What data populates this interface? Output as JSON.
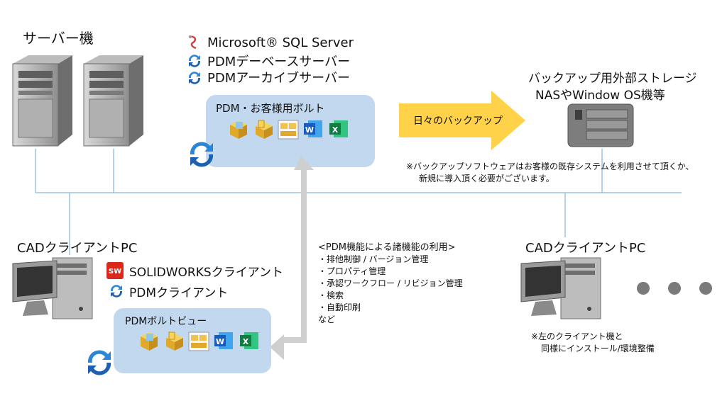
{
  "server": {
    "title": "サーバー機",
    "software": [
      "Microsoft® SQL Server",
      "PDMデーベースサーバー",
      "PDMアーカイブサーバー"
    ],
    "vault_title": "PDM・お客様用ボルト"
  },
  "backup": {
    "arrow_label": "日々のバックアップ",
    "storage_title_1": "バックアップ用外部ストレージ",
    "storage_title_2": "NASやWindow OS機等",
    "note_1": "※バックアップソフトウェアはお客様の既存システムを利用させて頂くか、",
    "note_2": "新規に導入頂く必要がございます。"
  },
  "client_left": {
    "title": "CADクライアントPC",
    "software_1": "SOLIDWORKSクライアント",
    "software_2": "PDMクライアント",
    "vault_view_title": "PDMボルトビュー"
  },
  "functions": {
    "title": "<PDM機能による諸機能の利用>",
    "items": [
      "・排他制御 / バージョン管理",
      "・プロパティ管理",
      "・承認ワークフロー / リビジョン管理",
      "・検索",
      "・自動印刷",
      "など"
    ]
  },
  "client_right": {
    "title": "CADクライアントPC",
    "note_1": "※左のクライアント機と",
    "note_2": "同様にインストール/環境整備"
  },
  "colors": {
    "vault_fill": "#c2d8ee",
    "backup_arrow": "#ffd24a",
    "network_line": "#9cc3e0",
    "flow_arrow": "#cfcfcf"
  }
}
